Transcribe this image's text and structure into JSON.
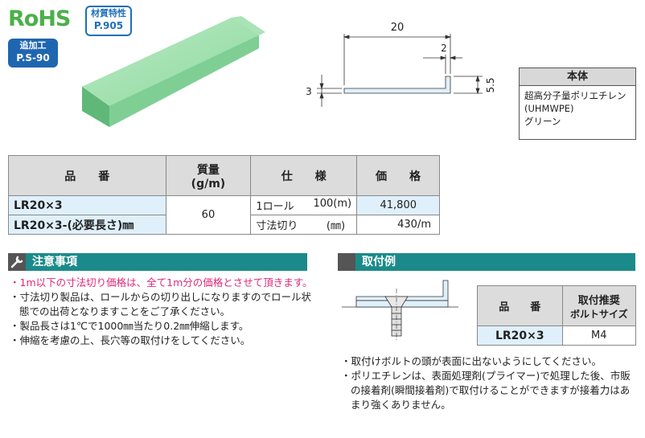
{
  "badges": {
    "rohs": "RoHS",
    "material_line1": "材質特性",
    "material_line2": "P.905",
    "extra_line1": "追加工",
    "extra_line2": "P.S-90"
  },
  "colors": {
    "accent_teal": "#1c8a8a",
    "accent_blue": "#1f66b0",
    "rohs_green": "#4bb04a",
    "product_green": "#8fd7a0",
    "pink_text": "#e0287a",
    "row_blue": "#dff0fb"
  },
  "dimensions": {
    "width": "20",
    "lip_width": "2",
    "thickness": "3",
    "lip_height": "5.5"
  },
  "material": {
    "header": "本体",
    "line1": "超高分子量ポリエチレン",
    "line2": "(UHMWPE)",
    "line3": "グリーン"
  },
  "spec_table": {
    "headers": {
      "part_no": "品　　番",
      "mass_line1": "質量",
      "mass_line2": "(g/m)",
      "spec": "仕　　様",
      "price": "価　　格"
    },
    "rows": [
      {
        "part_no": "LR20×3",
        "spec_name": "1ロール",
        "spec_value": "100(m)",
        "price": "41,800"
      },
      {
        "part_no": "LR20×3-(必要長さ)㎜",
        "spec_name": "寸法切り",
        "spec_value": "(㎜)",
        "price": "430/m"
      }
    ],
    "mass": "60"
  },
  "caution": {
    "title": "注意事項",
    "items": [
      "・1m以下の寸法切り価格は、全て1m分の価格とさせて頂きます。",
      "・寸法切り製品は、ロールからの切り出しになりますのでロール状態での出荷となりますことをご了承ください。",
      "・製品長さは1℃で1000㎜当たり0.2㎜伸縮します。",
      "・伸縮を考慮の上、長穴等の取付けをしてください。"
    ]
  },
  "mounting": {
    "title": "取付例",
    "table": {
      "h_part": "品　　番",
      "h_bolt_line1": "取付推奨",
      "h_bolt_line2": "ボルトサイズ",
      "part_no": "LR20×3",
      "bolt": "M4"
    },
    "notes": [
      "・取付けボルトの頭が表面に出ないようにしてください。",
      "・ポリエチレンは、表面処理剤(プライマー)で処理した後、市販の接着剤(瞬間接着剤)で取付けることができますが接着力はあまり強くありません。"
    ]
  }
}
